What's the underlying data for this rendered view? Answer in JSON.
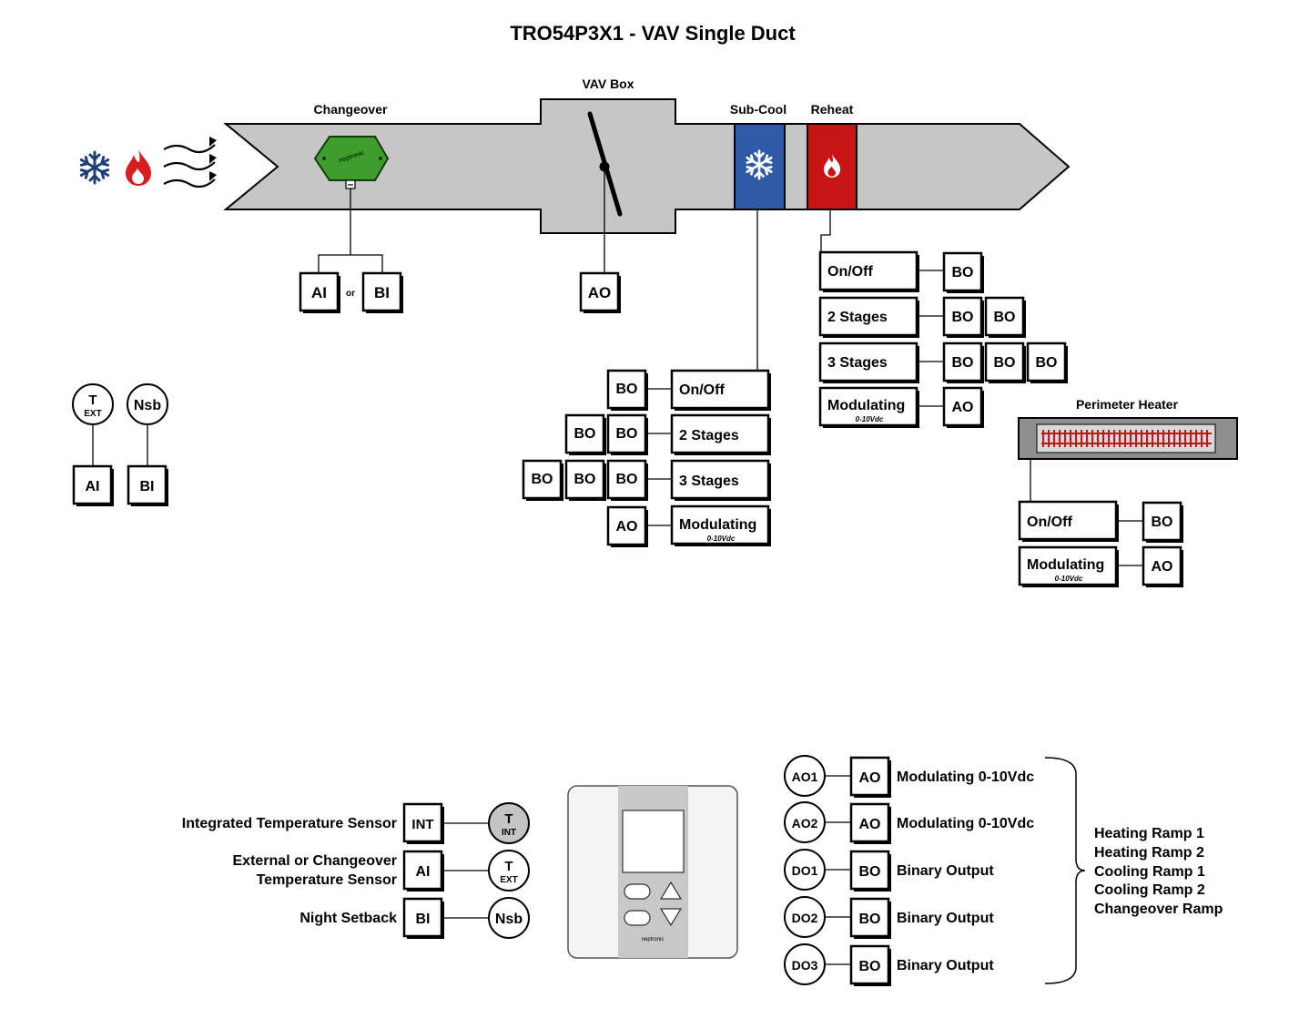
{
  "title": "TRO54P3X1 - VAV Single Duct",
  "duct": {
    "changeover_label": "Changeover",
    "vav_box_label": "VAV Box",
    "subcool_label": "Sub-Cool",
    "reheat_label": "Reheat",
    "sensor_brand": "neptronic",
    "changeover_inputs": {
      "ai": "AI",
      "or": "or",
      "bi": "BI"
    },
    "vav_output": "AO"
  },
  "subcool_options": {
    "onoff": {
      "label": "On/Off",
      "outputs": [
        "BO"
      ]
    },
    "stage2": {
      "label": "2 Stages",
      "outputs": [
        "BO",
        "BO"
      ]
    },
    "stage3": {
      "label": "3 Stages",
      "outputs": [
        "BO",
        "BO",
        "BO"
      ]
    },
    "modulating": {
      "label": "Modulating",
      "sub": "0-10Vdc",
      "outputs": [
        "AO"
      ]
    }
  },
  "reheat_options": {
    "onoff": {
      "label": "On/Off",
      "outputs": [
        "BO"
      ]
    },
    "stage2": {
      "label": "2 Stages",
      "outputs": [
        "BO",
        "BO"
      ]
    },
    "stage3": {
      "label": "3 Stages",
      "outputs": [
        "BO",
        "BO",
        "BO"
      ]
    },
    "modulating": {
      "label": "Modulating",
      "sub": "0-10Vdc",
      "outputs": [
        "AO"
      ]
    }
  },
  "perimeter": {
    "label": "Perimeter Heater",
    "onoff": {
      "label": "On/Off",
      "output": "BO"
    },
    "modulating": {
      "label": "Modulating",
      "sub": "0-10Vdc",
      "output": "AO"
    }
  },
  "left_sensors": {
    "text": {
      "t": "T",
      "ext": "EXT",
      "input": "AI"
    },
    "nsb": {
      "label": "Nsb",
      "input": "BI"
    }
  },
  "thermostat_inputs": [
    {
      "desc": [
        "Integrated Temperature Sensor"
      ],
      "box": "INT",
      "sensor": "T",
      "sensor_sub": "INT"
    },
    {
      "desc": [
        "External or Changeover",
        "Temperature Sensor"
      ],
      "box": "AI",
      "sensor": "T",
      "sensor_sub": "EXT"
    },
    {
      "desc": [
        "Night Setback"
      ],
      "box": "BI",
      "sensor": "Nsb",
      "sensor_sub": ""
    }
  ],
  "thermostat_brand": "neptronic",
  "thermostat_outputs": [
    {
      "port": "AO1",
      "type": "AO",
      "desc": "Modulating 0-10Vdc"
    },
    {
      "port": "AO2",
      "type": "AO",
      "desc": "Modulating 0-10Vdc"
    },
    {
      "port": "DO1",
      "type": "BO",
      "desc": "Binary Output"
    },
    {
      "port": "DO2",
      "type": "BO",
      "desc": "Binary Output"
    },
    {
      "port": "DO3",
      "type": "BO",
      "desc": "Binary Output"
    }
  ],
  "ramps": [
    "Heating Ramp 1",
    "Heating Ramp 2",
    "Cooling Ramp 1",
    "Cooling Ramp 2",
    "Changeover Ramp"
  ],
  "colors": {
    "duct": "#c6c6c6",
    "subcool": "#2f5aa6",
    "reheat": "#c81414",
    "sensor_green": "#3f9d2e",
    "snow": "#1f3f7a",
    "flame": "#d81e1e"
  }
}
